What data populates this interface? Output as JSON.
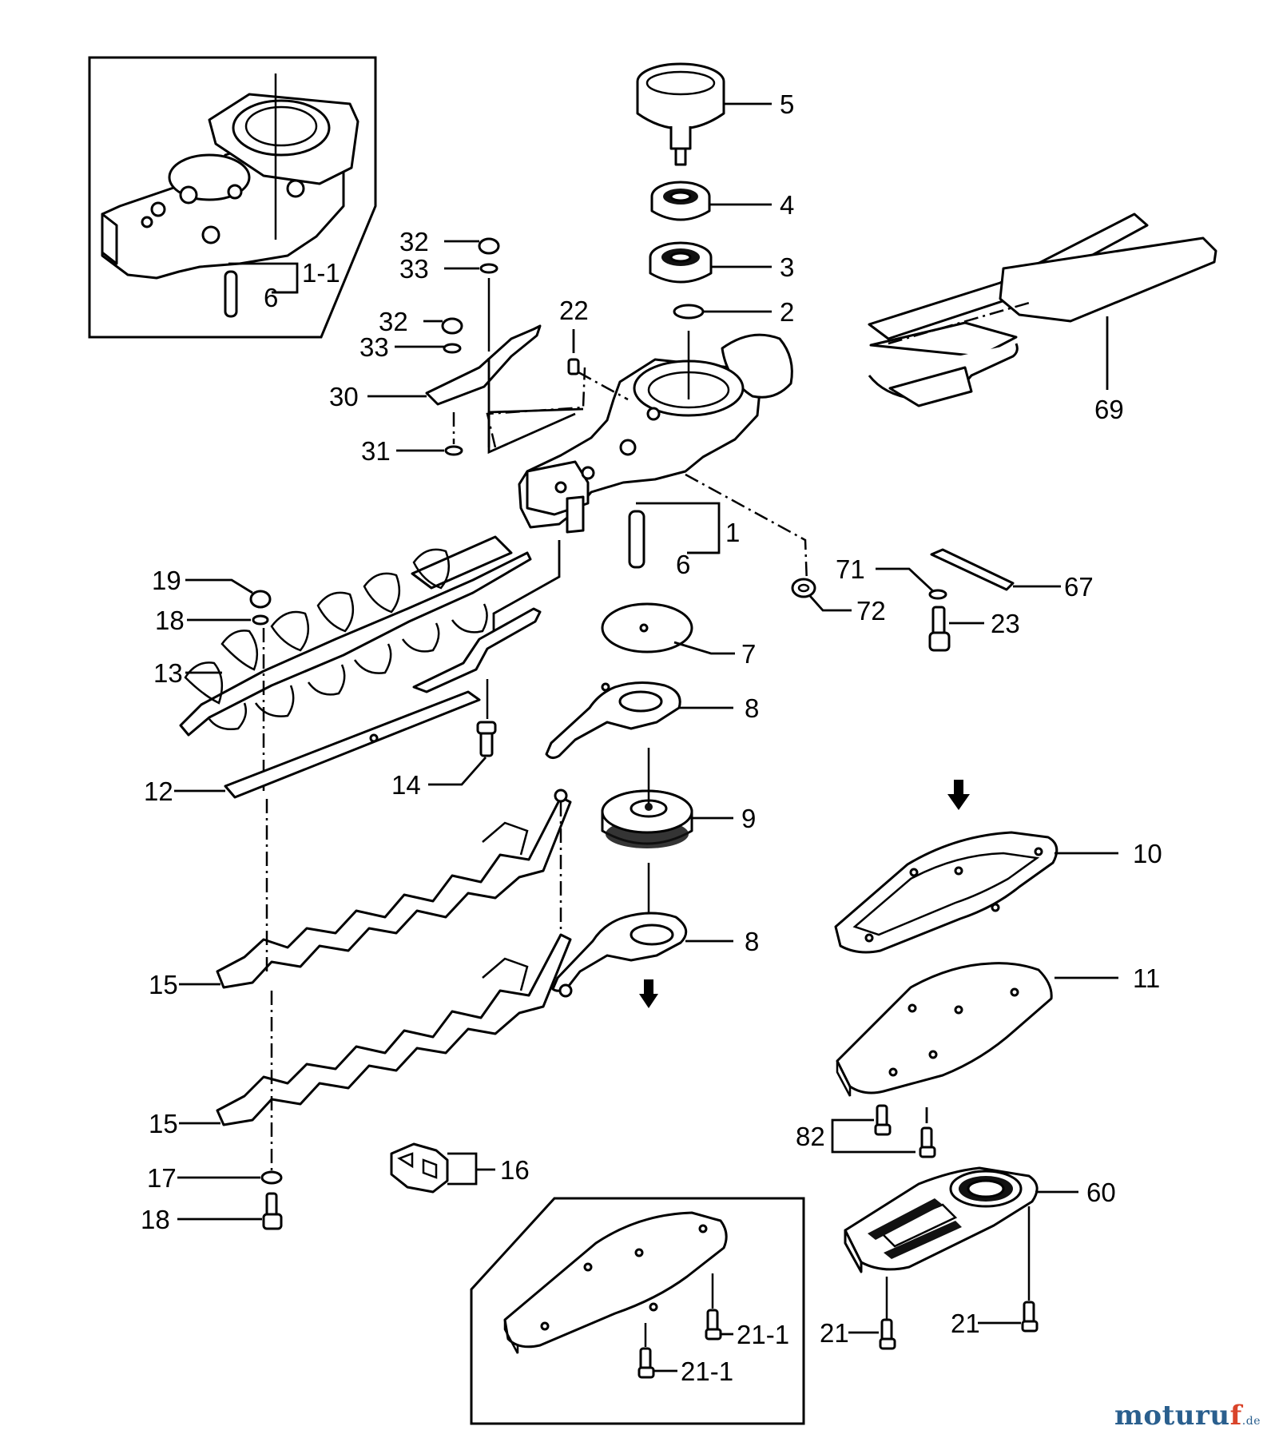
{
  "labels": {
    "p1": "1",
    "p1_1": "1-1",
    "p2": "2",
    "p3": "3",
    "p4": "4",
    "p5": "5",
    "p6a": "6",
    "p6b": "6",
    "p7": "7",
    "p8a": "8",
    "p8b": "8",
    "p9": "9",
    "p10": "10",
    "p11": "11",
    "p12": "12",
    "p13": "13",
    "p14": "14",
    "p15a": "15",
    "p15b": "15",
    "p16": "16",
    "p17": "17",
    "p18a": "18",
    "p18b": "18",
    "p19": "19",
    "p21a": "21",
    "p21b": "21",
    "p21_1a": "21-1",
    "p21_1b": "21-1",
    "p22": "22",
    "p23": "23",
    "p30": "30",
    "p31": "31",
    "p32a": "32",
    "p32b": "32",
    "p33a": "33",
    "p33b": "33",
    "p60": "60",
    "p67": "67",
    "p69": "69",
    "p71": "71",
    "p72": "72",
    "p82": "82"
  },
  "watermark": {
    "main": "moturu",
    "accent": "f",
    "tld": ".de"
  }
}
